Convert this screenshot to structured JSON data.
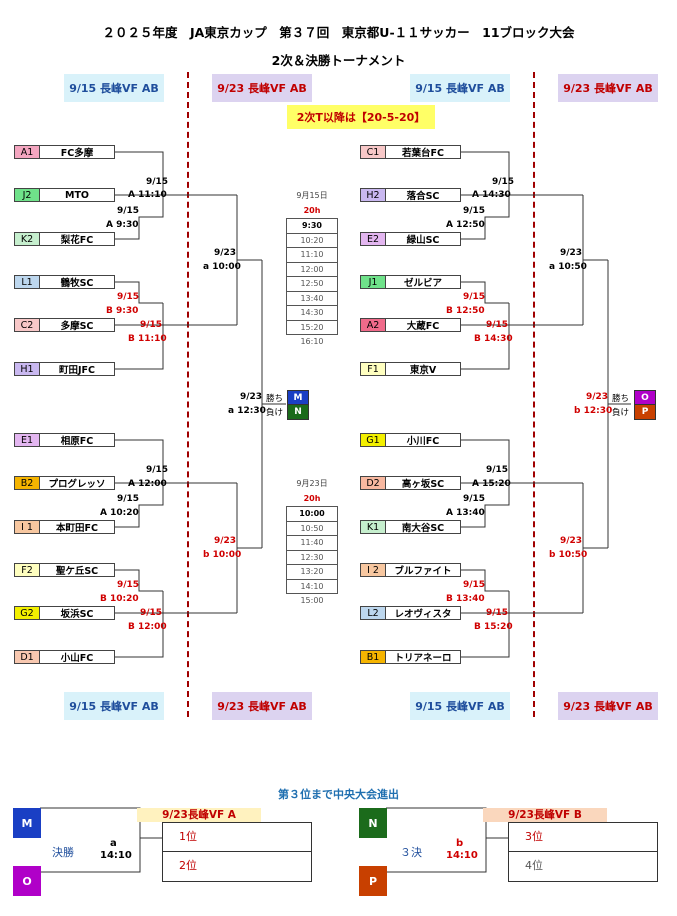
{
  "title": "２０２５年度　JA東京カップ　第３７回　東京都U-１１サッカー　11ブロック大会",
  "subtitle": "2次＆決勝トーナメント",
  "venue_headers_top": [
    "9/15 長峰VF AB",
    "9/23 長峰VF AB",
    "9/15 長峰VF AB",
    "9/23 長峰VF AB"
  ],
  "venue_headers_bottom": [
    "9/15 長峰VF AB",
    "9/23 長峰VF AB",
    "9/15 長峰VF AB",
    "9/23 長峰VF AB"
  ],
  "rule_note": "2次T以降は【20-5-20】",
  "left_teams": [
    {
      "code": "A1",
      "name": "FC多摩",
      "color": "#f4a6c0"
    },
    {
      "code": "J2",
      "name": "MTO",
      "color": "#6fe28a"
    },
    {
      "code": "K2",
      "name": "梨花FC",
      "color": "#c6efce"
    },
    {
      "code": "L1",
      "name": "鶴牧SC",
      "color": "#bdd7ee"
    },
    {
      "code": "C2",
      "name": "多摩SC",
      "color": "#f8c8c8"
    },
    {
      "code": "H1",
      "name": "町田JFC",
      "color": "#c9b8f0"
    },
    {
      "code": "E1",
      "name": "相原FC",
      "color": "#e3b6f0"
    },
    {
      "code": "B2",
      "name": "プログレッソ",
      "color": "#f5b400"
    },
    {
      "code": "I 1",
      "name": "本町田FC",
      "color": "#f7c7a0"
    },
    {
      "code": "F2",
      "name": "聖ケ丘SC",
      "color": "#ffffc0"
    },
    {
      "code": "G2",
      "name": "坂浜SC",
      "color": "#f3f000"
    },
    {
      "code": "D1",
      "name": "小山FC",
      "color": "#f8c8b0"
    }
  ],
  "right_teams": [
    {
      "code": "C1",
      "name": "若葉台FC",
      "color": "#f8c8c8"
    },
    {
      "code": "H2",
      "name": "落合SC",
      "color": "#c9b8f0"
    },
    {
      "code": "E2",
      "name": "緑山SC",
      "color": "#e3b6f0"
    },
    {
      "code": "J1",
      "name": "ゼルビア",
      "color": "#6fe28a"
    },
    {
      "code": "A2",
      "name": "大蔵FC",
      "color": "#f06a8a"
    },
    {
      "code": "F1",
      "name": "東京V",
      "color": "#ffffc0"
    },
    {
      "code": "G1",
      "name": "小川FC",
      "color": "#f3f000"
    },
    {
      "code": "D2",
      "name": "高ヶ坂SC",
      "color": "#f8b8a0"
    },
    {
      "code": "K1",
      "name": "南大谷SC",
      "color": "#c6efce"
    },
    {
      "code": "I 2",
      "name": "ブルファイト",
      "color": "#f7c7a0"
    },
    {
      "code": "L2",
      "name": "レオヴィスタ",
      "color": "#bdd7ee"
    },
    {
      "code": "B1",
      "name": "トリアネーロ",
      "color": "#f5b400"
    }
  ],
  "left_labels": {
    "r1a_date": "9/15",
    "r1a_time": "A 11:10",
    "r1b_date": "9/15",
    "r1b_time": "A  9:30",
    "r1c_date": "9/15",
    "r1c_time": "B  9:30",
    "r1d_date": "9/15",
    "r1d_time": "B 11:10",
    "r2a_date": "9/23",
    "r2a_time": "a 10:00",
    "r1e_date": "9/15",
    "r1e_time": "A 12:00",
    "r1f_date": "9/15",
    "r1f_time": "A  10:20",
    "r1g_date": "9/15",
    "r1g_time": "B  10:20",
    "r1h_date": "9/15",
    "r1h_time": "B 12:00",
    "r2b_date": "9/23",
    "r2b_time": "b 10:00",
    "semi_date": "9/23",
    "semi_time": "a 12:30"
  },
  "right_labels": {
    "r1a_date": "9/15",
    "r1a_time": "A 14:30",
    "r1b_date": "9/15",
    "r1b_time": "A  12:50",
    "r1c_date": "9/15",
    "r1c_time": "B  12:50",
    "r1d_date": "9/15",
    "r1d_time": "B 14:30",
    "r2a_date": "9/23",
    "r2a_time": "a 10:50",
    "r1e_date": "9/15",
    "r1e_time": "A 15:20",
    "r1f_date": "9/15",
    "r1f_time": "A  13:40",
    "r1g_date": "9/15",
    "r1g_time": "B  13:40",
    "r1h_date": "9/15",
    "r1h_time": "B 15:20",
    "r2b_date": "9/23",
    "r2b_time": "b 10:50",
    "semi_date": "9/23",
    "semi_time": "b 12:30"
  },
  "win_label": "勝ち",
  "lose_label": "負け",
  "left_winner": {
    "code": "M",
    "color": "#1a3fc4"
  },
  "left_loser": {
    "code": "N",
    "color": "#1b6b1b"
  },
  "right_winner": {
    "code": "O",
    "color": "#b000c8"
  },
  "right_loser": {
    "code": "P",
    "color": "#c84000"
  },
  "schedule1": {
    "date": "9月15日",
    "dur": "20h",
    "times": [
      "9:30",
      "10:20",
      "11:10",
      "12:00",
      "12:50",
      "13:40",
      "14:30",
      "15:20",
      "16:10"
    ]
  },
  "schedule2": {
    "date": "9月23日",
    "dur": "20h",
    "times": [
      "10:00",
      "10:50",
      "11:40",
      "12:30",
      "13:20",
      "14:10",
      "15:00"
    ]
  },
  "central_note": "第３位まで中央大会進出",
  "final": {
    "label": "決勝",
    "field": "a",
    "time": "14:10",
    "venue": "9/23長峰VF A",
    "first": "1位",
    "second": "2位",
    "top": "M",
    "bottom": "O",
    "top_color": "#1a3fc4",
    "bottom_color": "#b000c8"
  },
  "third": {
    "label": "３決",
    "field": "b",
    "time": "14:10",
    "venue": "9/23長峰VF B",
    "first": "3位",
    "second": "4位",
    "top": "N",
    "bottom": "P",
    "top_color": "#1b6b1b",
    "bottom_color": "#c84000"
  }
}
